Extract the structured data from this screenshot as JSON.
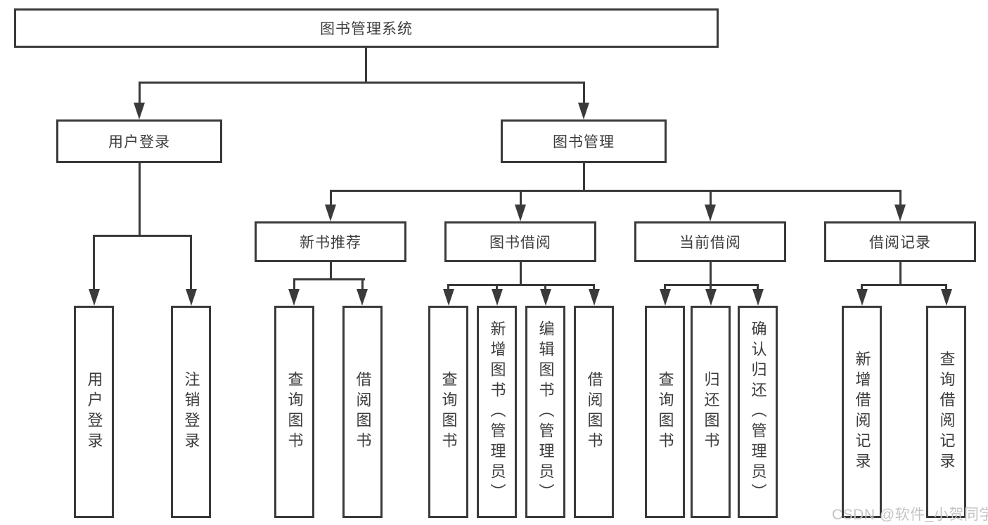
{
  "colors": {
    "line": "#3a3a3a",
    "text": "#3d3d3d",
    "background": "#ffffff",
    "watermark": "#c6c3c3"
  },
  "watermark": {
    "text": "CSDN @软件_小贺同学"
  },
  "tree": {
    "label": "图书管理系统",
    "children": [
      {
        "label": "用户登录",
        "children": [
          {
            "label": "用户登录"
          },
          {
            "label": "注销登录"
          }
        ]
      },
      {
        "label": "图书管理",
        "children": [
          {
            "label": "新书推荐",
            "children": [
              {
                "label": "查询图书"
              },
              {
                "label": "借阅图书"
              }
            ]
          },
          {
            "label": "图书借阅",
            "children": [
              {
                "label": "查询图书"
              },
              {
                "label": "新增图书（管理员）"
              },
              {
                "label": "编辑图书（管理员）"
              },
              {
                "label": "借阅图书"
              }
            ]
          },
          {
            "label": "当前借阅",
            "children": [
              {
                "label": "查询图书"
              },
              {
                "label": "归还图书"
              },
              {
                "label": "确认归还（管理员）"
              }
            ]
          },
          {
            "label": "借阅记录",
            "children": [
              {
                "label": "新增借阅记录"
              },
              {
                "label": "查询借阅记录"
              }
            ]
          }
        ]
      }
    ]
  }
}
